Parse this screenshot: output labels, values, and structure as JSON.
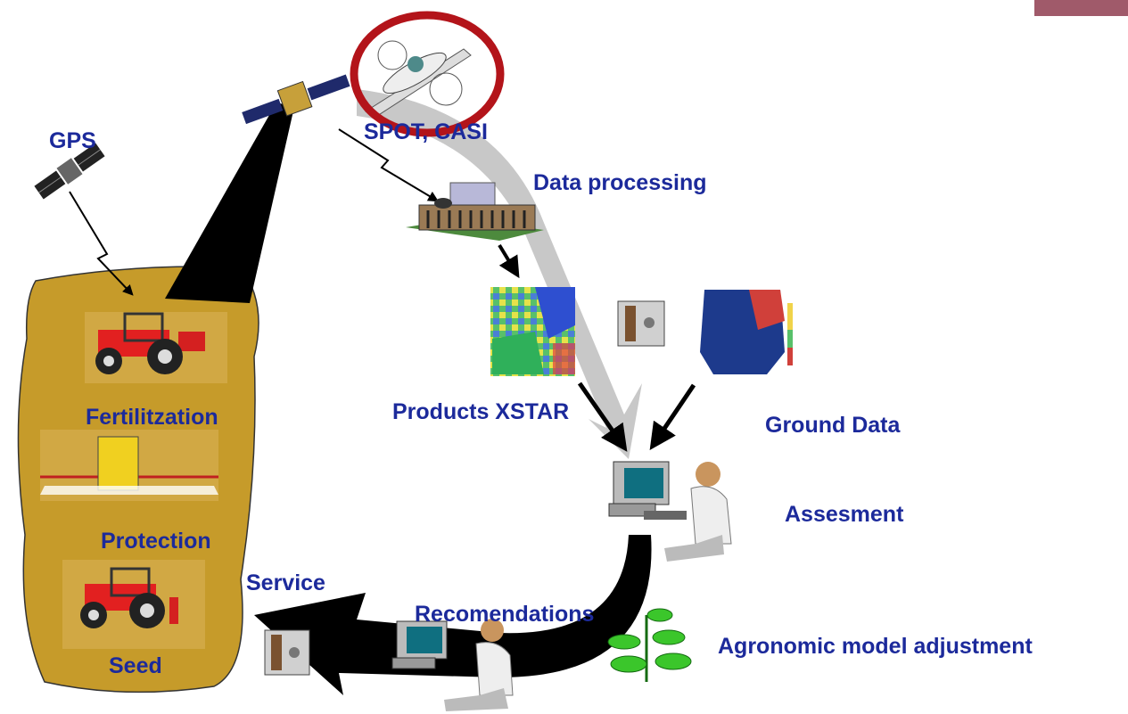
{
  "labels": {
    "gps": "GPS",
    "spot_casi": "SPOT, CASI",
    "data_processing": "Data processing",
    "products_xstar": "Products XSTAR",
    "ground_data": "Ground Data",
    "assesment": "Assesment",
    "agronomic_model": "Agronomic model adjustment",
    "recomendations": "Recomendations",
    "service": "Service",
    "fertilitzation": "Fertilitzation",
    "protection": "Protection",
    "seed": "Seed"
  },
  "colors": {
    "label_text": "#1c2a9b",
    "field_fill": "#c69b2a",
    "highlight_circle": "#b3141a",
    "flow_arrow_grey": "#c8c8c8",
    "flow_arrow_black": "#000000"
  },
  "icons": {
    "gps": "gps-satellite-icon",
    "satellite": "earth-observation-satellite-icon",
    "plane": "survey-airplane-icon",
    "building": "data-center-building-icon",
    "xstar_product": "classified-map-icon",
    "ground_map": "field-map-icon",
    "server": "server-box-icon",
    "workstation": "computer-operator-icon",
    "plant": "crop-plant-icon",
    "tractor": "tractor-icon",
    "sprayer": "sprayer-icon"
  }
}
